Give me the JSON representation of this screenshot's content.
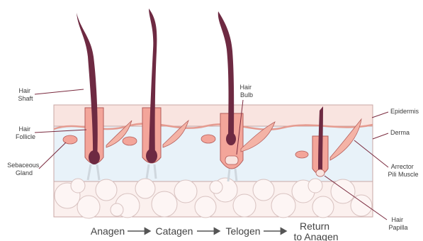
{
  "labels": {
    "hair_shaft": [
      "Hair",
      "Shaft"
    ],
    "hair_follicle": [
      "Hair",
      "Follicle"
    ],
    "sebaceous_gland": [
      "Sebaceous",
      "Gland"
    ],
    "hair_bulb": [
      "Hair",
      "Bulb"
    ],
    "epidermis": "Epidermis",
    "derma": "Derma",
    "arrector_pili_muscle": [
      "Arrector",
      "Pili Muscle"
    ],
    "hair_papilla": [
      "Hair",
      "Papilla"
    ]
  },
  "stages": [
    "Anagen",
    "Catagen",
    "Telogen",
    "Return",
    "to Anagen"
  ],
  "colors": {
    "epidermis": "#f9e4e0",
    "dermis": "#e8f2f9",
    "hypodermis": "#fbf0ee",
    "outline": "#c9a7a5",
    "hair": "#6e2a42",
    "follicle": "#f3a59a",
    "muscle": "#f4b3a6",
    "lead_line": "#7a2a3e"
  }
}
